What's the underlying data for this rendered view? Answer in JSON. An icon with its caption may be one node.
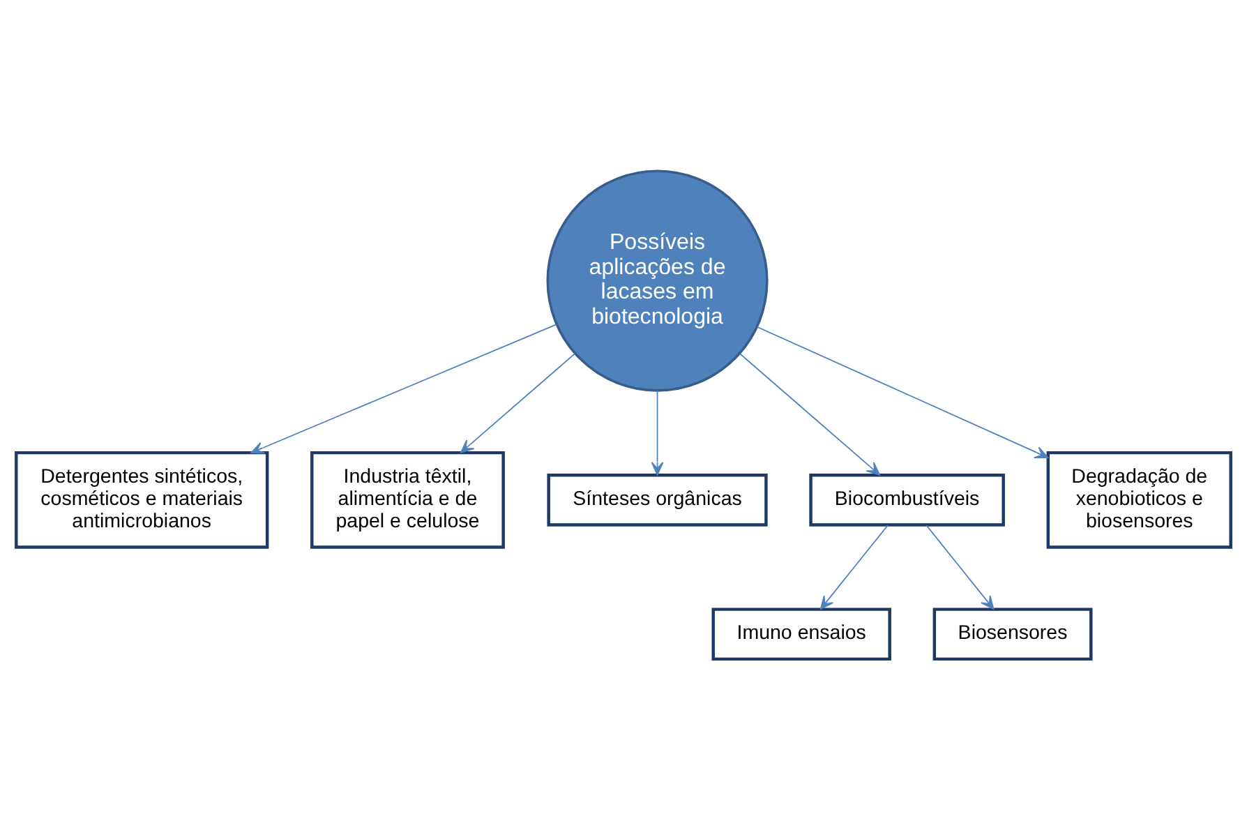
{
  "diagram": {
    "nodes": [
      {
        "text": [
          "Detergentes sintéticos, cosméticos e materiais antimicrobianos"
        ]
      },
      {
        "text": [
          "Industria têxtil, alimentícia e de papel e celulose"
        ]
      },
      {
        "text": [
          "Sínteses orgânicas"
        ]
      },
      {
        "text": [
          "Possíveis aplicações de lacases em biotecnologia"
        ]
      },
      {
        "text": [
          "Biocombustíveis"
        ]
      },
      {
        "text": [
          "Degradação de xenobioticos e biosensores"
        ]
      },
      {
        "text": [
          "Imuno ensaios"
        ]
      },
      {
        "text": [
          "Biosensores"
        ]
      }
    ],
    "edges": [
      {
        "from": 3,
        "to": 0,
        "arrow": "to"
      },
      {
        "from": 3,
        "to": 1,
        "arrow": "to"
      },
      {
        "from": 3,
        "to": 2,
        "arrow": "to"
      },
      {
        "from": 3,
        "to": 4,
        "arrow": "to"
      },
      {
        "from": 3,
        "to": 5,
        "arrow": "to"
      },
      {
        "from": 4,
        "to": 6,
        "arrow": "to"
      },
      {
        "from": 4,
        "to": 7,
        "arrow": "to"
      }
    ]
  }
}
